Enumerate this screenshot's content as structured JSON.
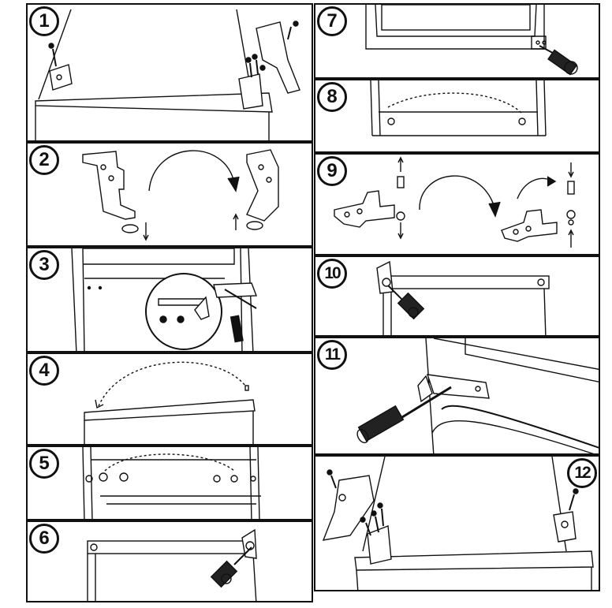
{
  "steps": [
    {
      "number": "1"
    },
    {
      "number": "2"
    },
    {
      "number": "3"
    },
    {
      "number": "4"
    },
    {
      "number": "5"
    },
    {
      "number": "6"
    },
    {
      "number": "7"
    },
    {
      "number": "8"
    },
    {
      "number": "9"
    },
    {
      "number": "10"
    },
    {
      "number": "11"
    },
    {
      "number": "12"
    }
  ],
  "colors": {
    "line": "#111111",
    "background": "#ffffff",
    "handle": "#222222"
  }
}
